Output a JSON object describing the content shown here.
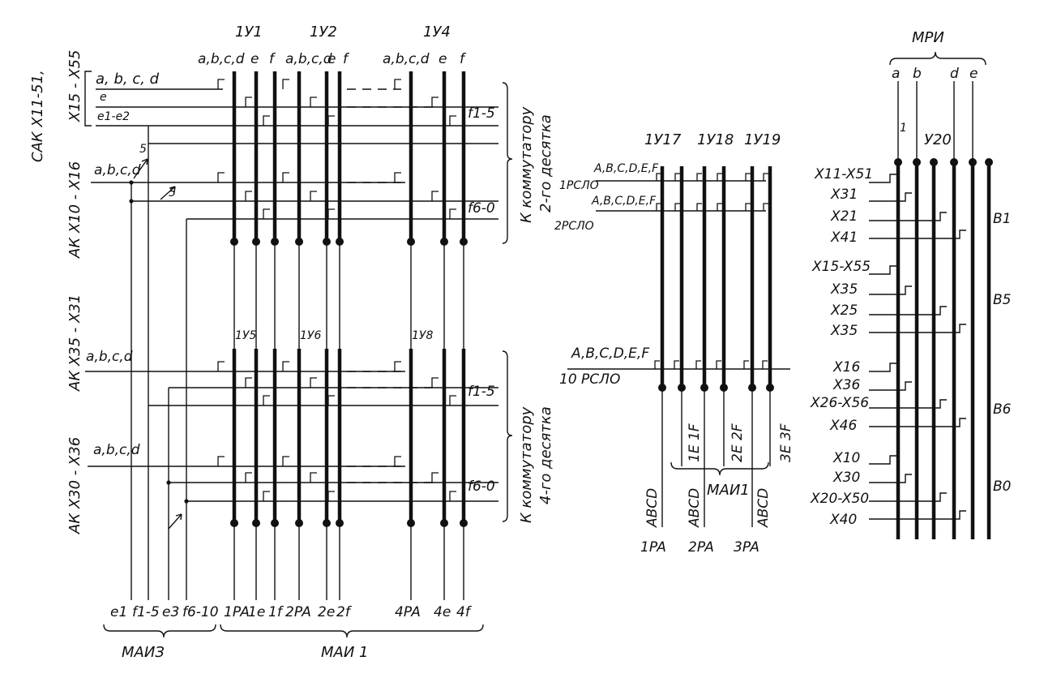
{
  "left": {
    "side_labels": {
      "sak": "САК X11-51,",
      "sak2": "X15 - X55",
      "ak1": "АК X10 - X16",
      "ak2": "АК X35 - X31",
      "ak3": "АК X30 - X36"
    },
    "inputs": {
      "abcd": "a, b, c, d",
      "e": "e",
      "e1e2": "e1-e2",
      "abcd2": "a,b,c,d",
      "abcd3": "a,b,c,d",
      "abcd4": "a,b,c,d",
      "five1": "5",
      "five2": "5"
    },
    "relays": {
      "y1": "1У1",
      "y2": "1У2",
      "y4": "1У4",
      "y5": "1У5",
      "y6": "1У6",
      "y8": "1У8"
    },
    "top_col_labels": [
      "a,b,c,d",
      "e",
      "f",
      "a,b,c,d",
      "e",
      "f",
      "a,b,c,d",
      "e",
      "f"
    ],
    "side_taps": {
      "f15a": "f1-5",
      "f60a": "f6-0",
      "f15b": "f1-5",
      "f60b": "f6-0"
    },
    "to_comm_1": [
      "К коммутатору",
      "2-го десятка"
    ],
    "to_comm_2": [
      "К коммутатору",
      "4-го десятка"
    ],
    "bottom_labels": [
      "e1",
      "f1-5",
      "e3",
      "f6-10",
      "1PA",
      "1e",
      "1f",
      "2PA",
      "2e",
      "2f",
      "4PA",
      "4e",
      "4f"
    ],
    "group_mai3": "МАИЗ",
    "group_mai1": "МАИ 1"
  },
  "middle": {
    "relays": {
      "y17": "1У17",
      "y18": "1У18",
      "y19": "1У19"
    },
    "rows": {
      "r1_letters": "A,B,C,D,E,F",
      "r1_name": "1РСЛО",
      "r2_letters": "A,B,C,D,E,F",
      "r2_name": "2РСЛО",
      "r3_letters": "A,B,C,D,E,F",
      "r3_name": "10 РСЛО"
    },
    "vertical_labels": [
      "ABCD",
      "1E 1F",
      "ABCD",
      "2E 2F",
      "ABCD",
      "3E 3F"
    ],
    "group": "МАИ1",
    "bottom_labels": [
      "1PA",
      "2PA",
      "3PA"
    ]
  },
  "right": {
    "title": "МРИ",
    "cols": [
      "a",
      "b",
      "d",
      "e"
    ],
    "col_marks": {
      "one": "1",
      "y20": "У20"
    },
    "rows": [
      "X11-X51",
      "X31",
      "X21",
      "X41",
      "X15-X55",
      "X35",
      "X25",
      "X35",
      "X16",
      "X36",
      "X26-X56",
      "X46",
      "X10",
      "X30",
      "X20-X50",
      "X40"
    ],
    "groups": [
      "B1",
      "B5",
      "B6",
      "B0"
    ]
  }
}
